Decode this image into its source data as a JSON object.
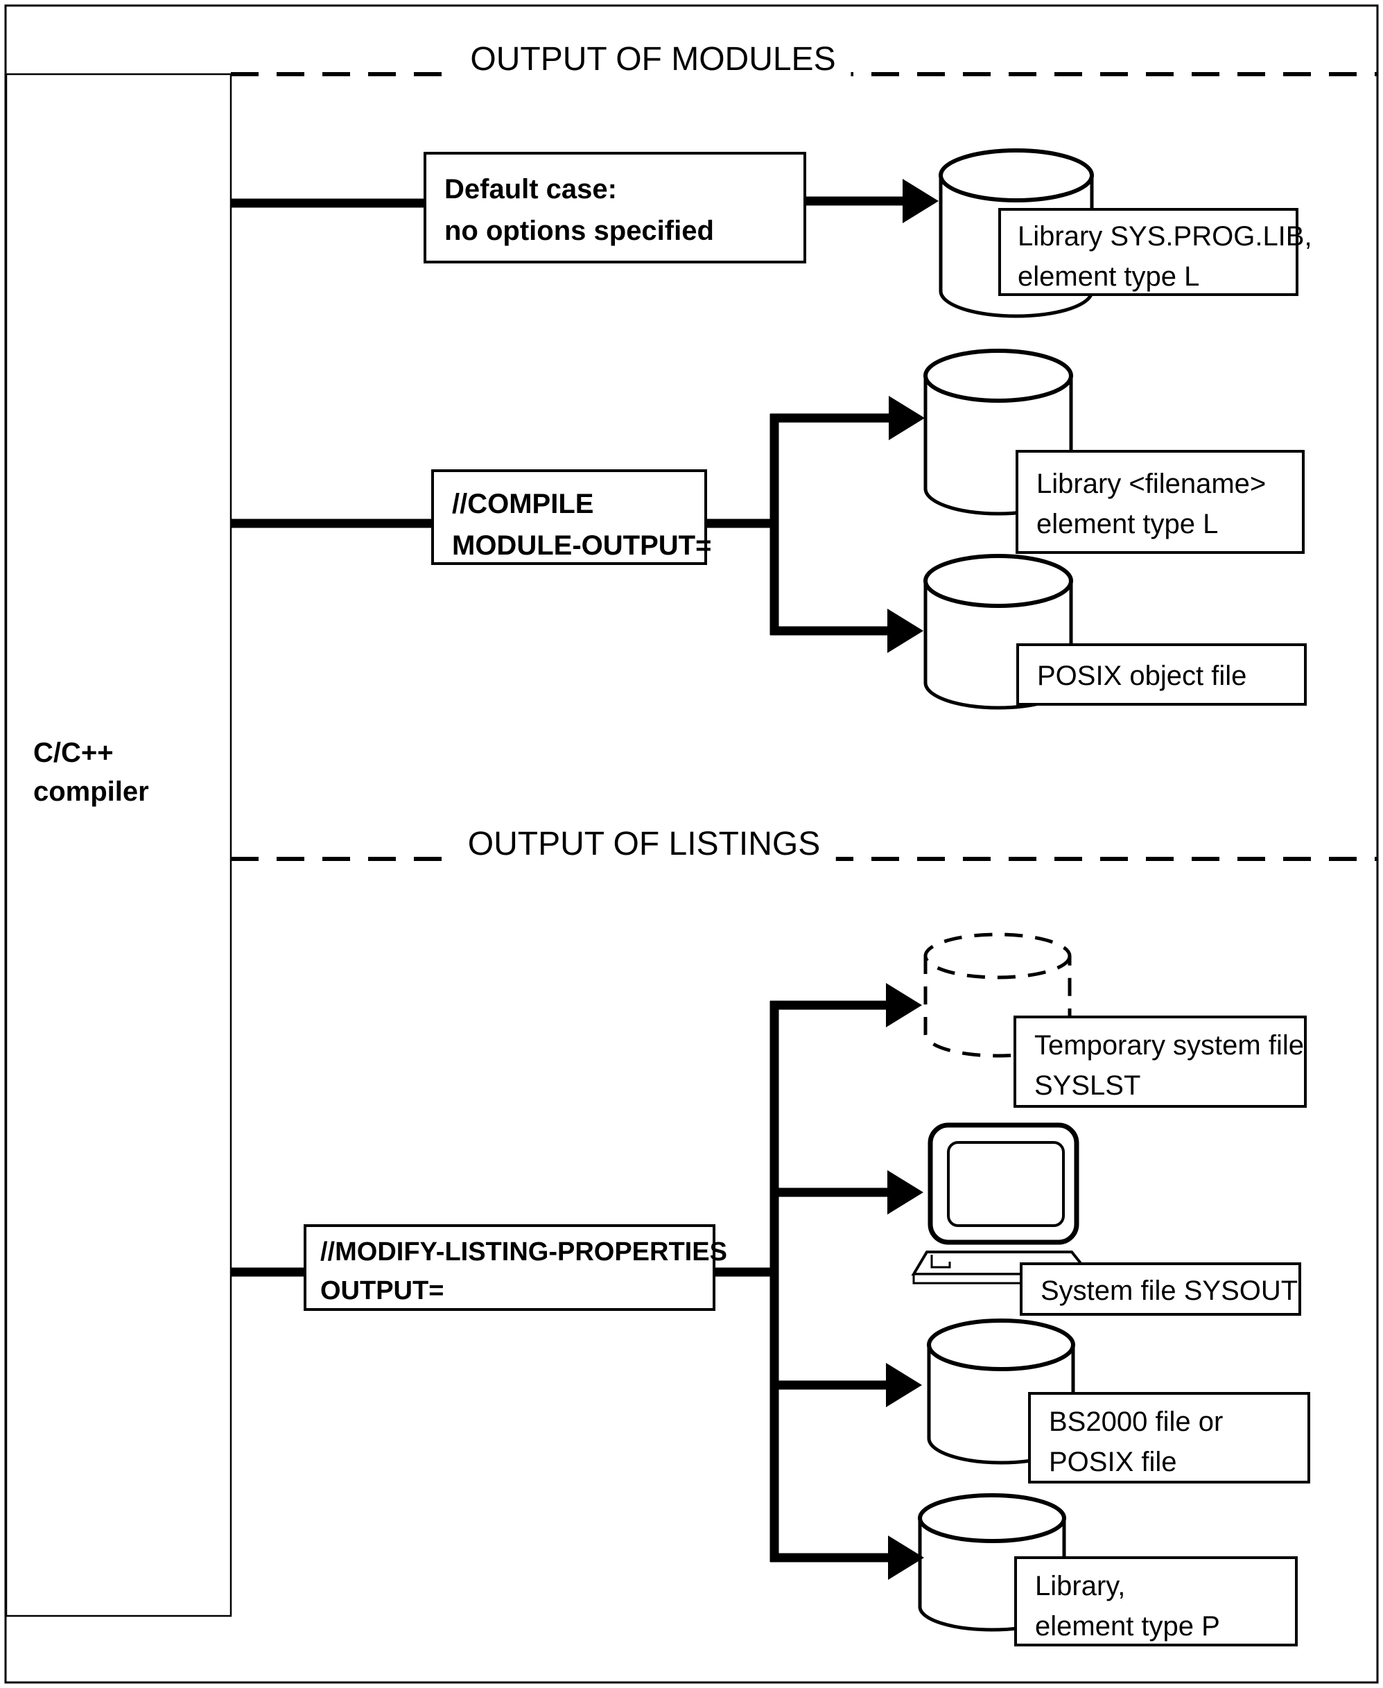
{
  "colors": {
    "stroke": "#000000",
    "background": "#ffffff"
  },
  "compiler": {
    "line1": "C/C++",
    "line2": "compiler"
  },
  "sections": {
    "modules_title": "OUTPUT OF MODULES",
    "listings_title": "OUTPUT OF LISTINGS"
  },
  "command_boxes": {
    "default_case": {
      "line1": "Default case:",
      "line2": "no options specified"
    },
    "compile": {
      "line1": "//COMPILE",
      "line2": "MODULE-OUTPUT="
    },
    "modify_listing": {
      "line1": "//MODIFY-LISTING-PROPERTIES",
      "line2": "OUTPUT="
    }
  },
  "output_labels": {
    "sys_prog_lib": {
      "line1": "Library SYS.PROG.LIB,",
      "line2": "element type L"
    },
    "lib_filename": {
      "line1": "Library <filename>",
      "line2": "element type L"
    },
    "posix_object": {
      "line1": "POSIX object file",
      "line2": ""
    },
    "syslst": {
      "line1": "Temporary system file",
      "line2": "SYSLST"
    },
    "sysout": {
      "line1": "System file SYSOUT",
      "line2": ""
    },
    "bs2000": {
      "line1": "BS2000 file or",
      "line2": "POSIX file"
    },
    "library_p": {
      "line1": "Library,",
      "line2": "element type P"
    }
  },
  "icons": {
    "storage": "cylinder-icon",
    "temporary_storage": "dashed-cylinder-icon",
    "terminal": "monitor-keyboard-icon"
  }
}
